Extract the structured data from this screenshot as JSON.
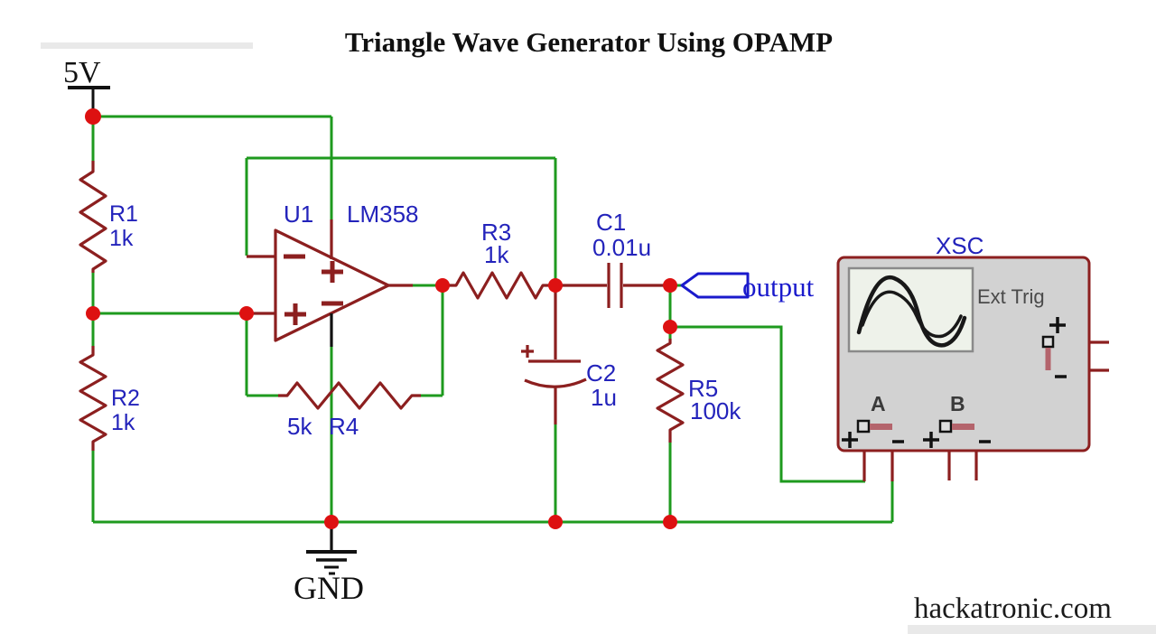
{
  "title": "Triangle Wave Generator Using OPAMP",
  "watermark": "hackatronic.com",
  "colors": {
    "wire_green": "#1e9a1e",
    "component_dark_red": "#8c1f1f",
    "junction_red": "#dd1111",
    "label_blue": "#2323bb",
    "output_blue": "#1a1acc",
    "black": "#111111",
    "scope_body": "#d2d2d2",
    "scope_screen": "#eef2ea",
    "scope_text_gray": "#4a4a4a",
    "terminal_bar_red": "#b4646c"
  },
  "power": {
    "label": "5V"
  },
  "ground": {
    "label": "GND"
  },
  "components": {
    "r1": {
      "ref": "R1",
      "value": "1k"
    },
    "r2": {
      "ref": "R2",
      "value": "1k"
    },
    "r3": {
      "ref": "R3",
      "value": "1k"
    },
    "r4": {
      "ref": "R4",
      "value": "5k"
    },
    "r5": {
      "ref": "R5",
      "value": "100k"
    },
    "c1": {
      "ref": "C1",
      "value": "0.01u"
    },
    "c2": {
      "ref": "C2",
      "value": "1u"
    },
    "u1": {
      "ref": "U1",
      "part": "LM358"
    }
  },
  "output_label": "output",
  "scope": {
    "ref": "XSC",
    "ext_trig_label": "Ext Trig",
    "channel_a_label": "A",
    "channel_b_label": "B",
    "plus": "+",
    "minus": "-"
  }
}
